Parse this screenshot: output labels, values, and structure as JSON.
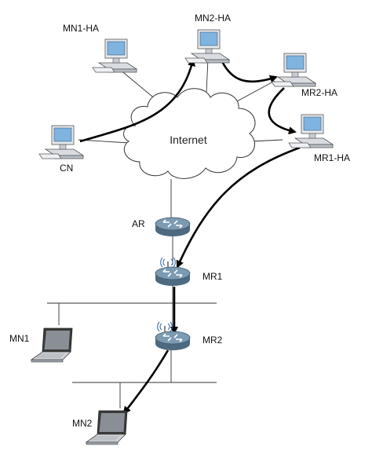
{
  "diagram": {
    "cloud_label": "Internet",
    "nodes": {
      "mn1_ha": "MN1-HA",
      "mn2_ha": "MN2-HA",
      "mr2_ha": "MR2-HA",
      "mr1_ha": "MR1-HA",
      "cn": "CN",
      "ar": "AR",
      "mr1": "MR1",
      "mr2": "MR2",
      "mn1": "MN1",
      "mn2": "MN2"
    },
    "icons": {
      "workstation": "desktop-computer-icon",
      "router": "router-icon",
      "wireless_router": "wireless-router-icon",
      "laptop": "laptop-icon"
    },
    "colors": {
      "line": "#333333",
      "arrow": "#000000",
      "router_top": "#6f8ea6",
      "router_side": "#4d6a81",
      "monitor_screen": "#7fb3e0"
    }
  }
}
